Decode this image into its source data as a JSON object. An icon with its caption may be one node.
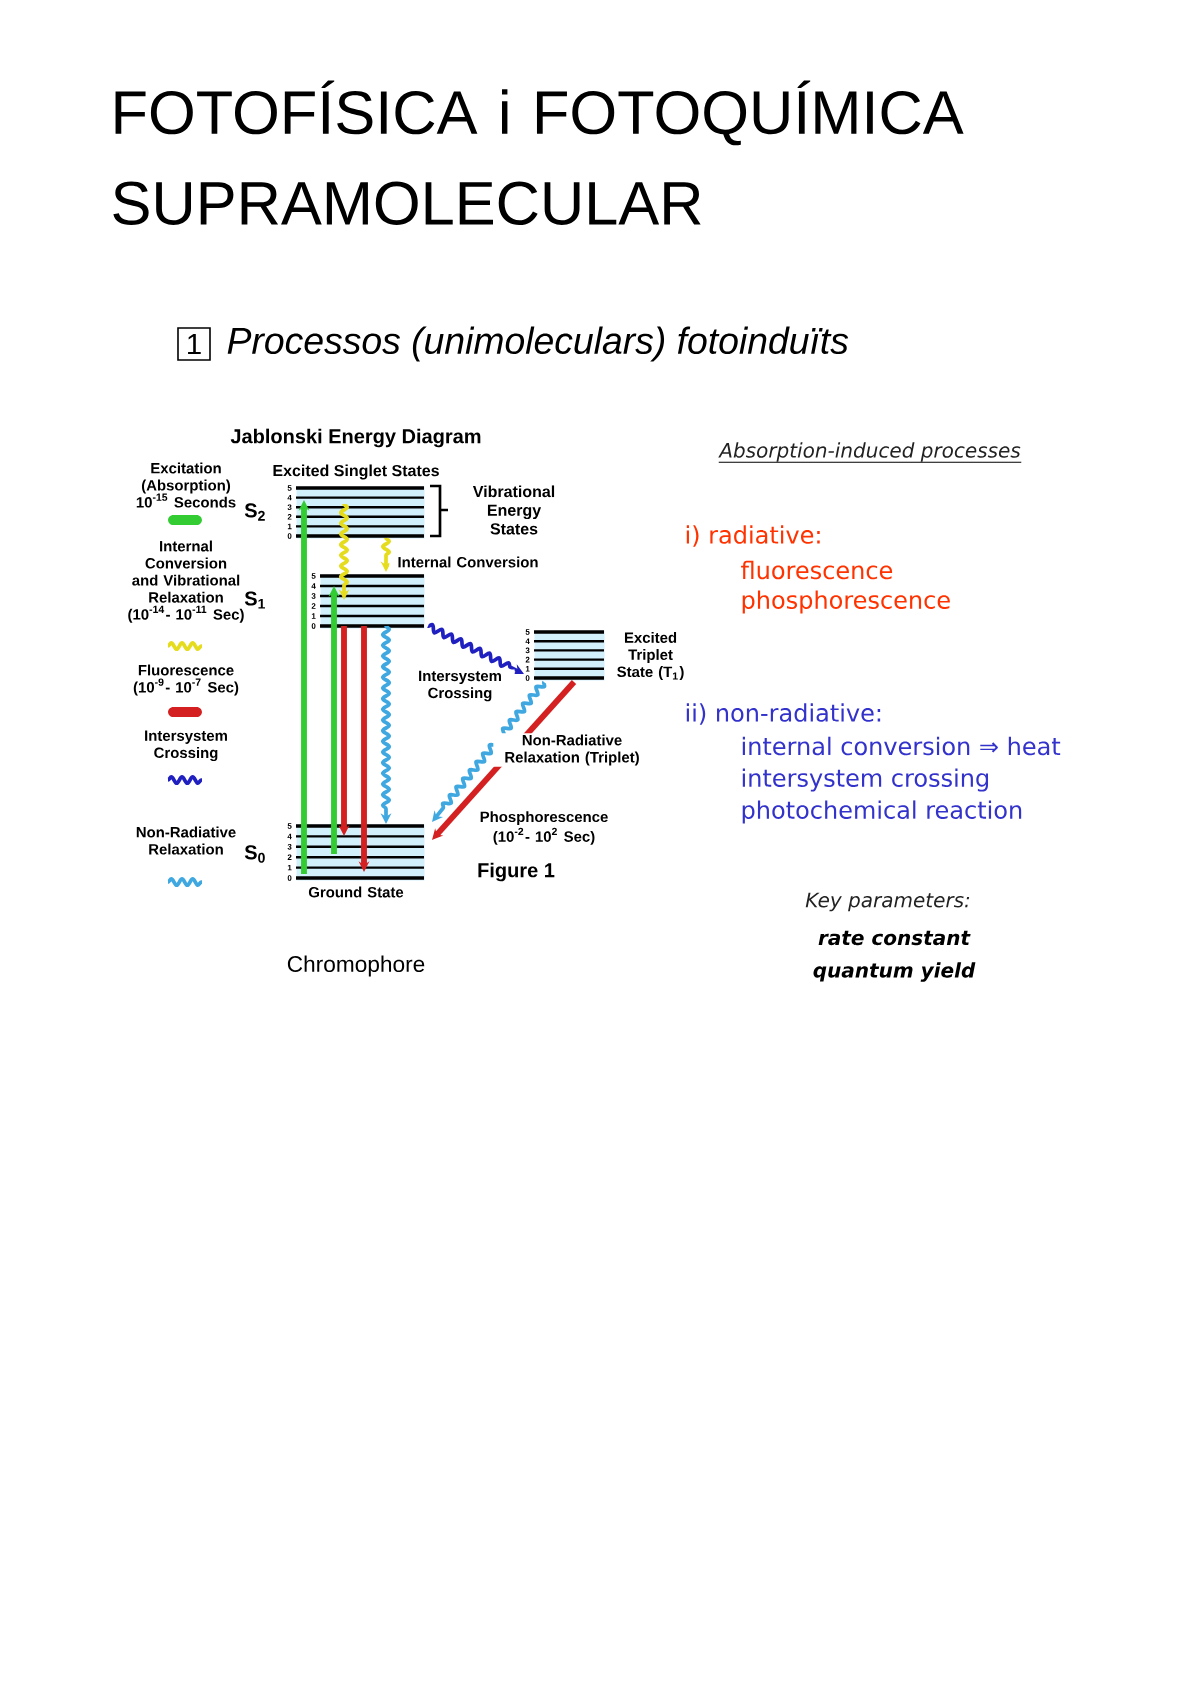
{
  "diagram": {
    "title": "FOTOFÍSICA i FOTOQUÍMICA SUPRAMOLECULAR",
    "nodes": [
      {
        "text": [
          "S$_{2}$"
        ],
        "beside": [
          "5",
          "4",
          "3",
          "2",
          "1",
          "0"
        ]
      },
      {
        "text": [
          "S$_{1}$"
        ],
        "beside": [
          "5",
          "4",
          "3",
          "2",
          "1",
          "0"
        ]
      },
      {
        "text": [
          "Excited Triplet State (T$_{1}$)"
        ],
        "beside": [
          "5",
          "4",
          "3",
          "2",
          "1",
          "0"
        ]
      },
      {
        "text": [
          "S$_{0}$",
          "Ground State"
        ],
        "beside": [
          "5",
          "4",
          "3",
          "2",
          "1",
          "0"
        ]
      }
    ],
    "edges": [
      {
        "from": 3,
        "to": 0,
        "arrow": "to",
        "color": "#33cc33"
      },
      {
        "from": 3,
        "to": 1,
        "arrow": "to",
        "color": "#33cc33"
      },
      {
        "from": 0,
        "to": 1,
        "arrow": "to",
        "color": "#e6dc1e"
      },
      {
        "from": 0,
        "to": 1,
        "arrow": "to",
        "color": "#e6dc1e",
        "label": "Internal Conversion"
      },
      {
        "from": 1,
        "to": 3,
        "arrow": "to",
        "color": "#d42020"
      },
      {
        "from": 1,
        "to": 3,
        "arrow": "to",
        "color": "#d42020"
      },
      {
        "from": 1,
        "to": 3,
        "arrow": "to",
        "color": "#40a8e0"
      },
      {
        "from": 1,
        "to": 2,
        "arrow": "to",
        "color": "#2020c0",
        "label": "Intersystem Crossing"
      },
      {
        "from": 2,
        "to": 3,
        "arrow": "to",
        "color": "#40a8e0",
        "label": "Non-Radiative Relaxation (Triplet)"
      },
      {
        "from": 2,
        "to": 3,
        "arrow": "to",
        "color": "#d42020",
        "label": "Phosphorescence (10$^{-2}$- 10$^{2}$ Sec)"
      }
    ],
    "labels": [
      "1",
      "Processos (unimoleculars) fotoinduïts",
      "Jablonski Energy Diagram",
      "Excited Singlet States",
      "Vibrational Energy States",
      "Figure 1",
      "Chromophore",
      "Absorption-induced processes",
      "i) radiative:",
      "fluorescence",
      "phosphorescence",
      "ii) non-radiative:",
      "internal conversion ⇒ heat",
      "intersystem crossing",
      "photochemical reaction",
      "Key parameters:",
      "rate constant",
      "quantum yield"
    ],
    "legend": [
      {
        "text": "Excitation (Absorption) 10$^{-15}$ Seconds",
        "color": "#33cc33"
      },
      {
        "text": "Internal Conversion and Vibrational Relaxation (10$^{-14}$- 10$^{-11}$ Sec)",
        "color": "#e6dc1e"
      },
      {
        "text": "Fluorescence (10$^{-9}$- 10$^{-7}$ Sec)",
        "color": "#d42020"
      },
      {
        "text": "Intersystem Crossing",
        "color": "#2020c0"
      },
      {
        "text": "Non-Radiative Relaxation",
        "color": "#40a8e0"
      }
    ]
  }
}
